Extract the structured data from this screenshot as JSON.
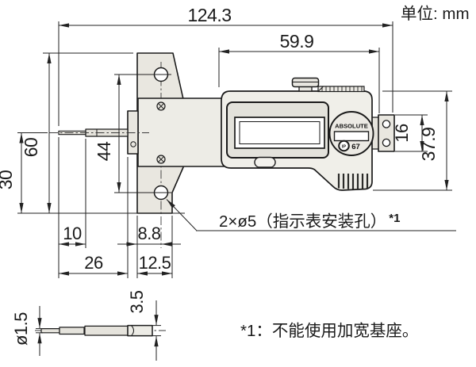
{
  "unit_note": "单位: mm",
  "dims": {
    "overall_width": "124.3",
    "display_width": "59.9",
    "base_height": "60",
    "hole_pitch": "44",
    "probe_center_height": "30",
    "block_height": "16",
    "unit_height": "37.9",
    "tip_length": "10",
    "probe_length": "26",
    "hole_offset": "8.8",
    "base_thickness": "12.5",
    "tip_dia": "ø1.5",
    "stem_dia": "3.5"
  },
  "notes": {
    "holes_label": "2×ø5（指示表安装孔）",
    "holes_ref": "*1",
    "footnote": "*1：不能使用加宽基座。"
  },
  "device": {
    "brand": "ABSOLUTE",
    "ip_prefix": "IP",
    "ip_rating": "67"
  },
  "colors": {
    "line": "#1a1a1a",
    "dimension": "#222222",
    "base_fill": "#e9e7e0",
    "body_fill": "#f0efe9",
    "lcd_fill": "#ffffff"
  }
}
